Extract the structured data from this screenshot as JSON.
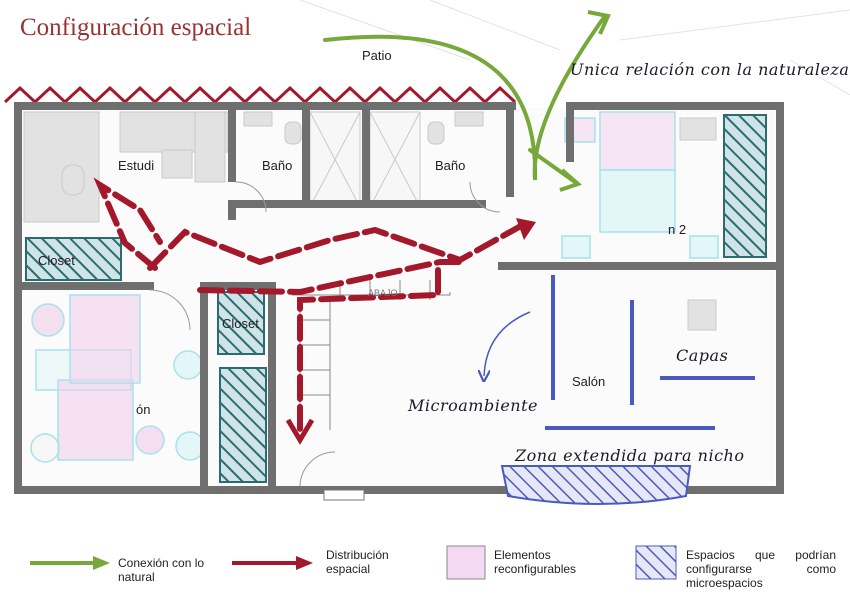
{
  "title": "Configuración espacial",
  "rooms": {
    "patio": "Patio",
    "estudio": "Estudi",
    "bano1": "Baño",
    "bano2": "Baño",
    "closet1": "Closet",
    "closet2": "Closet",
    "salon": "Salón",
    "habitacion_fragment": "n 2",
    "comedor_fragment": "ón",
    "abajo": "ABAJO"
  },
  "annotations": {
    "naturaleza": "Unica relación con la naturaleza",
    "microambiente": "Microambiente",
    "capas": "Capas",
    "zona": "Zona extendida para nicho"
  },
  "legend": {
    "green": "Conexión con lo natural",
    "red": "Distribución espacial",
    "pink": "Elementos reconfigurables",
    "hatch": "Espacios que podrían configurarse como microespacios"
  },
  "colors": {
    "green": "#76a83a",
    "red": "#a3192b",
    "blue": "#4a5bbf",
    "hatch": "#2d6b73",
    "wall": "#6f6f6f"
  }
}
